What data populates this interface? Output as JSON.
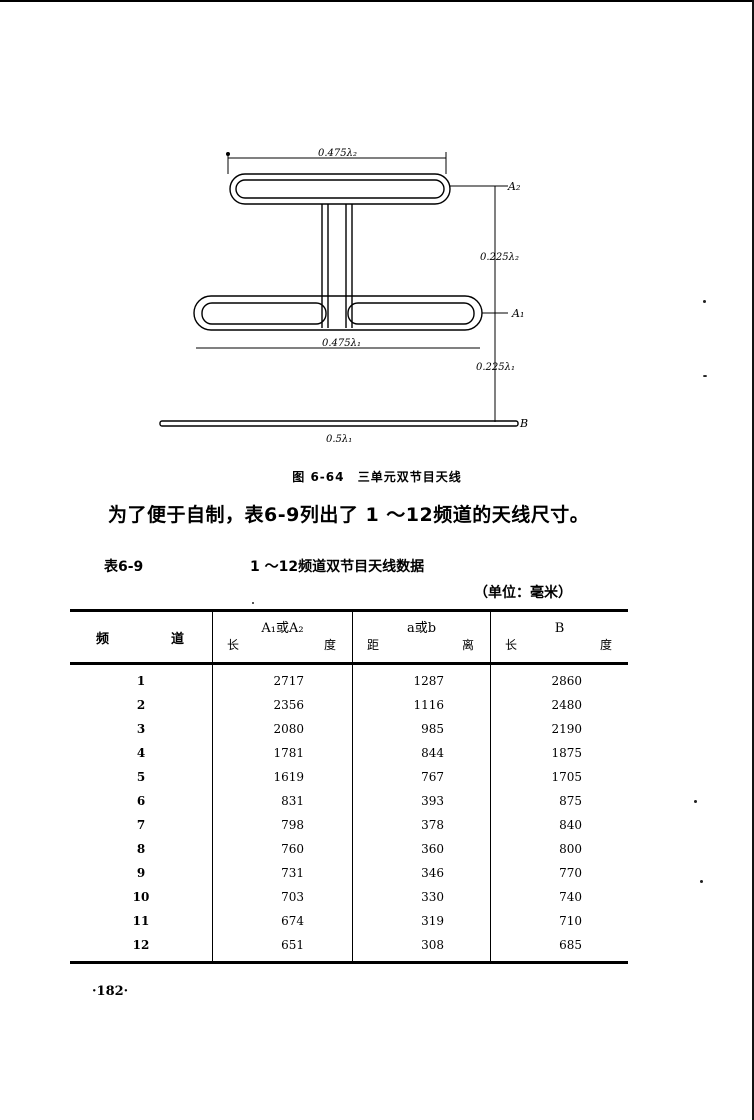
{
  "figure": {
    "labels": {
      "top_width": "0.475λ₂",
      "a2": "A₂",
      "spacing_upper": "0.225λ₂",
      "a1": "A₁",
      "mid_width": "0.475λ₁",
      "spacing_lower": "0.225λ₁",
      "b": "B",
      "bottom_width": "0.5λ₁"
    },
    "caption_number": "图 6-64",
    "caption_text": "三单元双节目天线"
  },
  "paragraph": "为了便于自制，表6-9列出了 1 ～12频道的天线尺寸。",
  "table": {
    "number": "表6-9",
    "title": "1 ～12频道双节目天线数据",
    "unit": "（单位：毫米）",
    "headers": {
      "channel_a": "频",
      "channel_b": "道",
      "col1_top": "A₁或A₂",
      "col1_bot_a": "长",
      "col1_bot_b": "度",
      "col2_top": "a或b",
      "col2_bot_a": "距",
      "col2_bot_b": "离",
      "col3_top": "B",
      "col3_bot_a": "长",
      "col3_bot_b": "度"
    },
    "rows": [
      [
        "1",
        "2717",
        "1287",
        "2860"
      ],
      [
        "2",
        "2356",
        "1116",
        "2480"
      ],
      [
        "3",
        "2080",
        "985",
        "2190"
      ],
      [
        "4",
        "1781",
        "844",
        "1875"
      ],
      [
        "5",
        "1619",
        "767",
        "1705"
      ],
      [
        "6",
        "831",
        "393",
        "875"
      ],
      [
        "7",
        "798",
        "378",
        "840"
      ],
      [
        "8",
        "760",
        "360",
        "800"
      ],
      [
        "9",
        "731",
        "346",
        "770"
      ],
      [
        "10",
        "703",
        "330",
        "740"
      ],
      [
        "11",
        "674",
        "319",
        "710"
      ],
      [
        "12",
        "651",
        "308",
        "685"
      ]
    ]
  },
  "page_number": "·182·"
}
